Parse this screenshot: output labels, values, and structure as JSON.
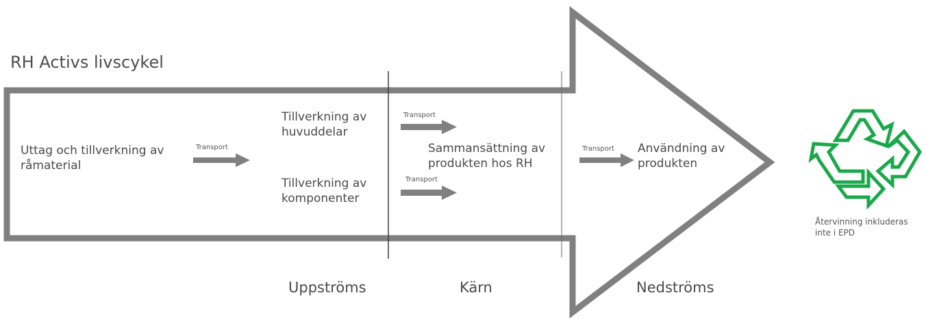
{
  "title": "RH Activs livscykel",
  "stages": {
    "raw_material": "Uttag och tillverkning av\nråmaterial",
    "main_parts": "Tillverkning av\nhuvuddelar",
    "components": "Tillverkning av\nkomponenter",
    "assembly": "Sammansättning av\nprodukten hos RH",
    "use": "Användning av\nprodukten"
  },
  "transport_label": "Transport",
  "phases": {
    "upstream": "Uppströms",
    "core": "Kärn",
    "downstream": "Nedströms"
  },
  "recycling": {
    "note": "Återvinning inkluderas\ninte i EPD",
    "icon": "recycle-icon"
  },
  "colors": {
    "outline": "#808080",
    "arrow": "#808080",
    "divider": "#3a3a3a",
    "recycle_green": "#1aa84a",
    "text": "#4a4a4a"
  }
}
